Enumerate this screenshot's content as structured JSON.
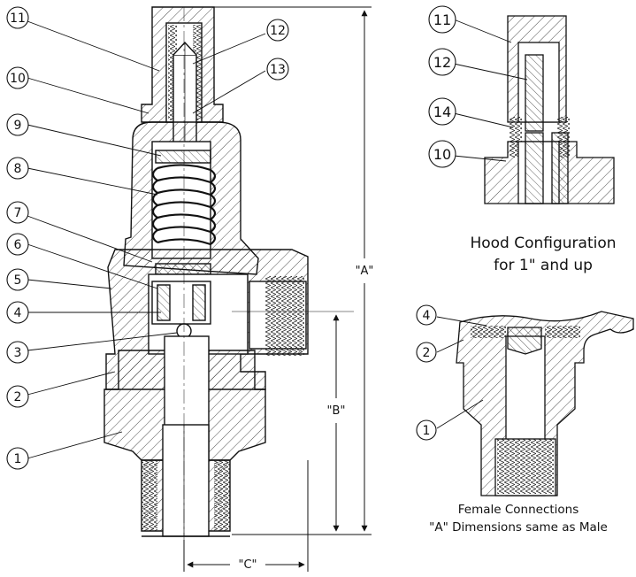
{
  "callouts_main": [
    "11",
    "10",
    "9",
    "8",
    "7",
    "6",
    "5",
    "4",
    "3",
    "2",
    "1",
    "12",
    "13"
  ],
  "callouts_hood": [
    "11",
    "12",
    "14",
    "10"
  ],
  "callouts_female": [
    "4",
    "2",
    "1"
  ],
  "hood_caption": [
    "Hood Configuration",
    "for 1\" and up"
  ],
  "female_caption": [
    "Female Connections",
    "\"A\" Dimensions same as Male"
  ],
  "dimensions": {
    "a": "\"A\"",
    "b": "\"B\"",
    "c": "\"C\""
  }
}
